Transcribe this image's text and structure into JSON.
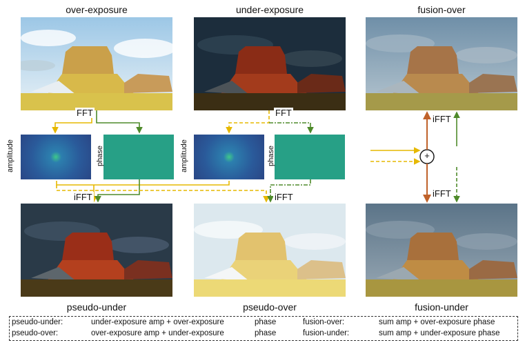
{
  "titles": {
    "over_exposure": "over-exposure",
    "under_exposure": "under-exposure",
    "fusion_over": "fusion-over",
    "pseudo_under": "pseudo-under",
    "pseudo_over": "pseudo-over",
    "fusion_under": "fusion-under"
  },
  "ops": {
    "fft_left": "FFT",
    "fft_mid": "FFT",
    "ifft_left": "iFFT",
    "ifft_mid": "iFFT",
    "ifft_right_top": "iFFT",
    "ifft_right_bottom": "iFFT",
    "plus": "+"
  },
  "spectra": {
    "amplitude_left": "amplitude",
    "phase_left": "phase",
    "amplitude_mid": "amplitude",
    "phase_mid": "phase"
  },
  "legend": {
    "r1c1_label": "pseudo-under:",
    "r1c1_text": "under-exposure amp + over-exposure",
    "r1c1_tail": "phase",
    "r1c2_label": "fusion-over:",
    "r1c2_text": "sum amp + over-exposure phase",
    "r2c1_label": "pseudo-over:",
    "r2c1_text": "over-exposure amp + under-exposure",
    "r2c1_tail": "phase",
    "r2c2_label": "fusion-under:",
    "r2c2_text": "sum amp + under-exposure phase"
  },
  "colors": {
    "amp_arrow": "#e6b800",
    "phase_arrow": "#4e8a2a",
    "sum_arrow": "#c0622a"
  }
}
